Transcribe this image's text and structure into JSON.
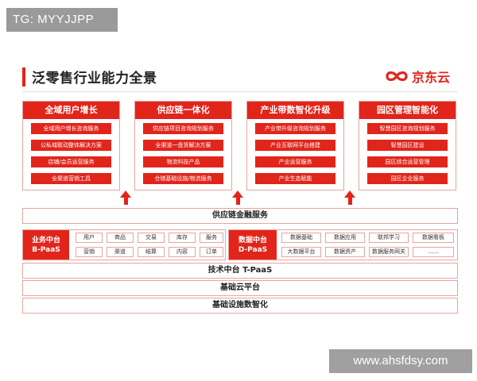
{
  "watermark_top": "TG: MYYJJPP",
  "watermark_bottom": "www.ahsfdsy.com",
  "title": "泛零售行业能力全景",
  "logo": {
    "text": "京东云",
    "icon": "jd-cloud-logo-icon",
    "color": "#e1251b"
  },
  "accent_color": "#e1251b",
  "capabilities": [
    {
      "heading": "全域用户增长",
      "items": [
        "全域用户增长咨询服务",
        "公私域联动整体解决方案",
        "店铺/会员运营服务",
        "全渠道营销工具"
      ]
    },
    {
      "heading": "供应链一体化",
      "items": [
        "供应链项目咨询规划服务",
        "全渠道一盘货解决方案",
        "物流科技产品",
        "仓储基础设施/物流服务"
      ]
    },
    {
      "heading": "产业带数智化升级",
      "items": [
        "产业带升级咨询规划服务",
        "产业互联网平台搭建",
        "产业运营服务",
        "产业生态赋能"
      ]
    },
    {
      "heading": "园区管理智能化",
      "items": [
        "智慧园区咨询规划服务",
        "智慧园区建设",
        "园区综合运营管理",
        "园区企业服务"
      ]
    }
  ],
  "supply_chain_finance": "供应链金融服务",
  "business_platform": {
    "label_line1": "业务中台",
    "label_line2": "B-PaaS",
    "modules_row1": [
      "用户",
      "商品",
      "交易",
      "库存",
      "服务"
    ],
    "modules_row2": [
      "营销",
      "渠道",
      "结算",
      "内容",
      "订单"
    ]
  },
  "data_platform": {
    "label_line1": "数据中台",
    "label_line2": "D-PaaS",
    "modules_row1": [
      "数据基础",
      "数据应用",
      "联邦学习",
      "数据看板"
    ],
    "modules_row2": [
      "大数据平台",
      "数据资产",
      "数据服务网关",
      "……"
    ]
  },
  "tech_platform": "技术中台  T-PaaS",
  "cloud_platform": "基础云平台",
  "infra_digital": "基础设施数智化"
}
